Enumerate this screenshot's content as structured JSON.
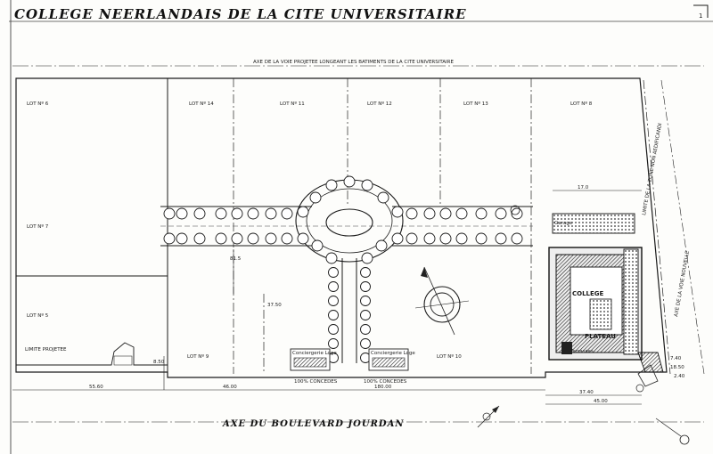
{
  "title": "COLLEGE NEERLANDAIS DE LA CITE UNIVERSITAIRE",
  "sheet_number": "1",
  "top_axis_label": "AXE DE LA VOIE PROJETEE LONGEANT LES BATIMENTS DE LA CITE UNIVERSITAIRE",
  "bottom_axis_label": "AXE DU BOULEVARD JOURDAN",
  "right_road_label_1": "LIMITE DE LA ZONE NON AEDIFICANDI",
  "right_road_label_2": "AXE DE LA VOIE NOUVELLE",
  "lots": {
    "lot6": "LOT Nº 6",
    "lot7": "LOT Nº 7",
    "lot5": "LOT Nº 5",
    "lot14": "LOT Nº 14",
    "lot11": "LOT Nº 11",
    "lot12": "LOT Nº 12",
    "lot13": "LOT Nº 13",
    "lot8": "LOT Nº 8",
    "lot9": "LOT Nº 9",
    "lot10": "LOT Nº 10"
  },
  "lodge_left": "Conciergerie Loge",
  "lodge_right": "Conciergerie Loge",
  "caption_left": "100% CONCEDES",
  "caption_right": "100% CONCEDES",
  "building_label_1": "COLLEGE",
  "building_label_2": "PLATEAU",
  "building_label_3": "Terrasses",
  "garage_label": "Garage",
  "limit_label": "LIMITE PROJETEE",
  "dims": {
    "d1": "55.60",
    "d2": "46.00",
    "d3": "180.00",
    "d4": "37.40",
    "d5": "45.00",
    "d6": "8.50",
    "d7": "7.40",
    "d8": "17.0",
    "d9": "18.50",
    "d10": "37.50",
    "d11": "81.5",
    "d12": "2.40"
  }
}
